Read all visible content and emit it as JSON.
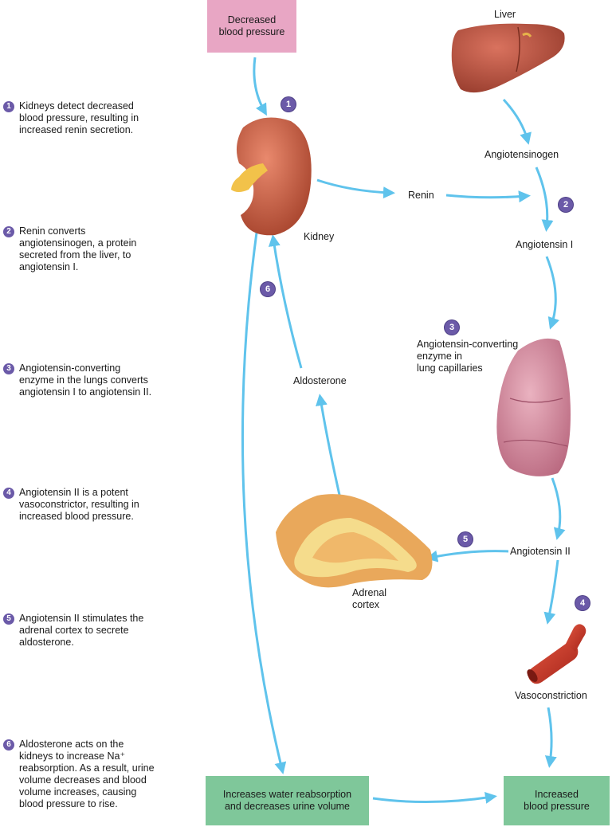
{
  "top_box": [
    "Decreased",
    "blood pressure"
  ],
  "steps": [
    {
      "num": "1",
      "lines": [
        "Kidneys detect decreased",
        "blood pressure, resulting in",
        "increased renin secretion."
      ]
    },
    {
      "num": "2",
      "lines": [
        "Renin converts",
        "angiotensinogen, a protein",
        "secreted from the liver, to",
        "angiotensin I."
      ]
    },
    {
      "num": "3",
      "lines": [
        "Angiotensin-converting",
        "enzyme in the lungs converts",
        "angiotensin I to angiotensin II."
      ]
    },
    {
      "num": "4",
      "lines": [
        "Angiotensin II is a potent",
        "vasoconstrictor, resulting in",
        "increased blood pressure."
      ]
    },
    {
      "num": "5",
      "lines": [
        "Angiotensin II stimulates the",
        "adrenal cortex to secrete",
        "aldosterone."
      ]
    },
    {
      "num": "6",
      "lines": [
        "Aldosterone acts on the",
        "kidneys to increase Na⁺",
        "reabsorption. As a result, urine",
        "volume decreases and blood",
        "volume increases, causing",
        "blood pressure to rise."
      ]
    }
  ],
  "labels": {
    "liver": "Liver",
    "angiotensinogen": "Angiotensinogen",
    "renin": "Renin",
    "kidney": "Kidney",
    "angiotensin_i": "Angiotensin I",
    "ace": [
      "Angiotensin-converting",
      "enzyme in",
      "lung capillaries"
    ],
    "aldosterone": "Aldosterone",
    "angiotensin_ii": "Angiotensin II",
    "adrenal": [
      "Adrenal",
      "cortex"
    ],
    "vasoconstriction": "Vasoconstriction"
  },
  "badges": [
    "1",
    "2",
    "3",
    "4",
    "5",
    "6"
  ],
  "bottom_left_box": [
    "Increases water reabsorption",
    "and decreases urine volume"
  ],
  "bottom_right_box": [
    "Increased",
    "blood pressure"
  ],
  "colors": {
    "top_box": "#e8a6c4",
    "bottom_box": "#7fc79a",
    "arrow": "#5fc3ec",
    "badge": "#6b5aa8"
  }
}
